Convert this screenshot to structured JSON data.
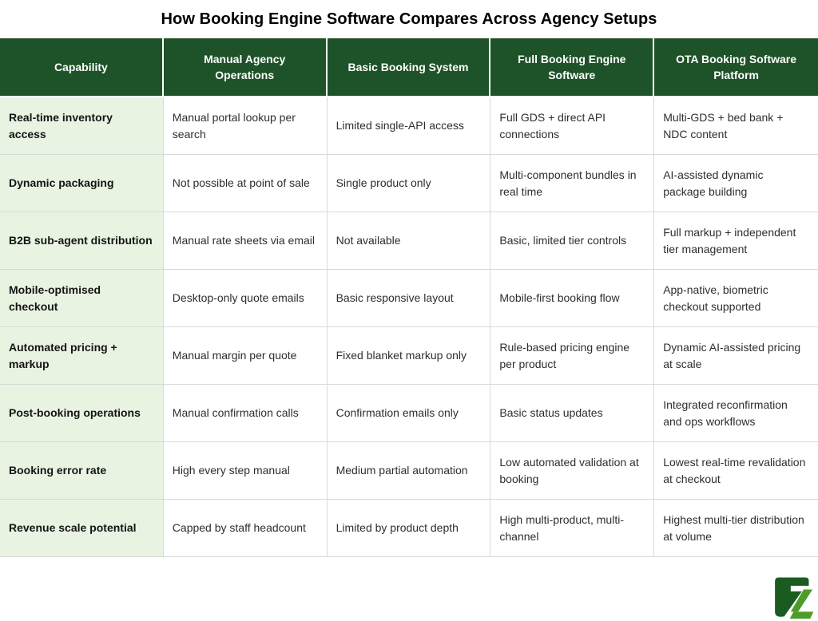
{
  "title": "How Booking Engine Software Compares Across Agency Setups",
  "colors": {
    "header_bg": "#1e5228",
    "capability_column_bg": "#e9f3e2",
    "grid_border": "#d9d9d9",
    "header_text": "#ffffff",
    "body_text": "#2e2e2e",
    "logo_dark_green": "#1a5c20",
    "logo_light_green": "#4e9b2c"
  },
  "logo": {
    "name": "fz-logo"
  },
  "chart_data": {
    "type": "table",
    "title": "How Booking Engine Software Compares Across Agency Setups",
    "legend_position": "none",
    "grid": true,
    "columns": [
      "Capability",
      "Manual Agency Operations",
      "Basic Booking System",
      "Full Booking Engine Software",
      "OTA Booking Software Platform"
    ],
    "rows": [
      [
        "Real-time inventory access",
        "Manual portal lookup per search",
        "Limited single-API access",
        "Full GDS + direct API connections",
        "Multi-GDS + bed bank + NDC content"
      ],
      [
        "Dynamic packaging",
        "Not possible at point of sale",
        "Single product only",
        "Multi-component bundles in real time",
        "AI-assisted dynamic package building"
      ],
      [
        "B2B sub-agent distribution",
        "Manual rate sheets via email",
        "Not available",
        "Basic, limited tier controls",
        "Full markup + independent tier management"
      ],
      [
        "Mobile-optimised checkout",
        "Desktop-only quote emails",
        "Basic responsive layout",
        "Mobile-first booking flow",
        "App-native, biometric checkout supported"
      ],
      [
        "Automated pricing + markup",
        "Manual margin per quote",
        "Fixed blanket markup only",
        "Rule-based pricing engine per product",
        "Dynamic AI-assisted pricing at scale"
      ],
      [
        "Post-booking operations",
        "Manual confirmation calls",
        "Confirmation emails only",
        "Basic status updates",
        "Integrated reconfirmation and ops workflows"
      ],
      [
        "Booking error rate",
        "High every step manual",
        "Medium partial automation",
        "Low automated validation at booking",
        "Lowest real-time revalidation at checkout"
      ],
      [
        "Revenue scale potential",
        "Capped by staff headcount",
        "Limited by product depth",
        "High multi-product, multi-channel",
        "Highest multi-tier distribution at volume"
      ]
    ]
  }
}
